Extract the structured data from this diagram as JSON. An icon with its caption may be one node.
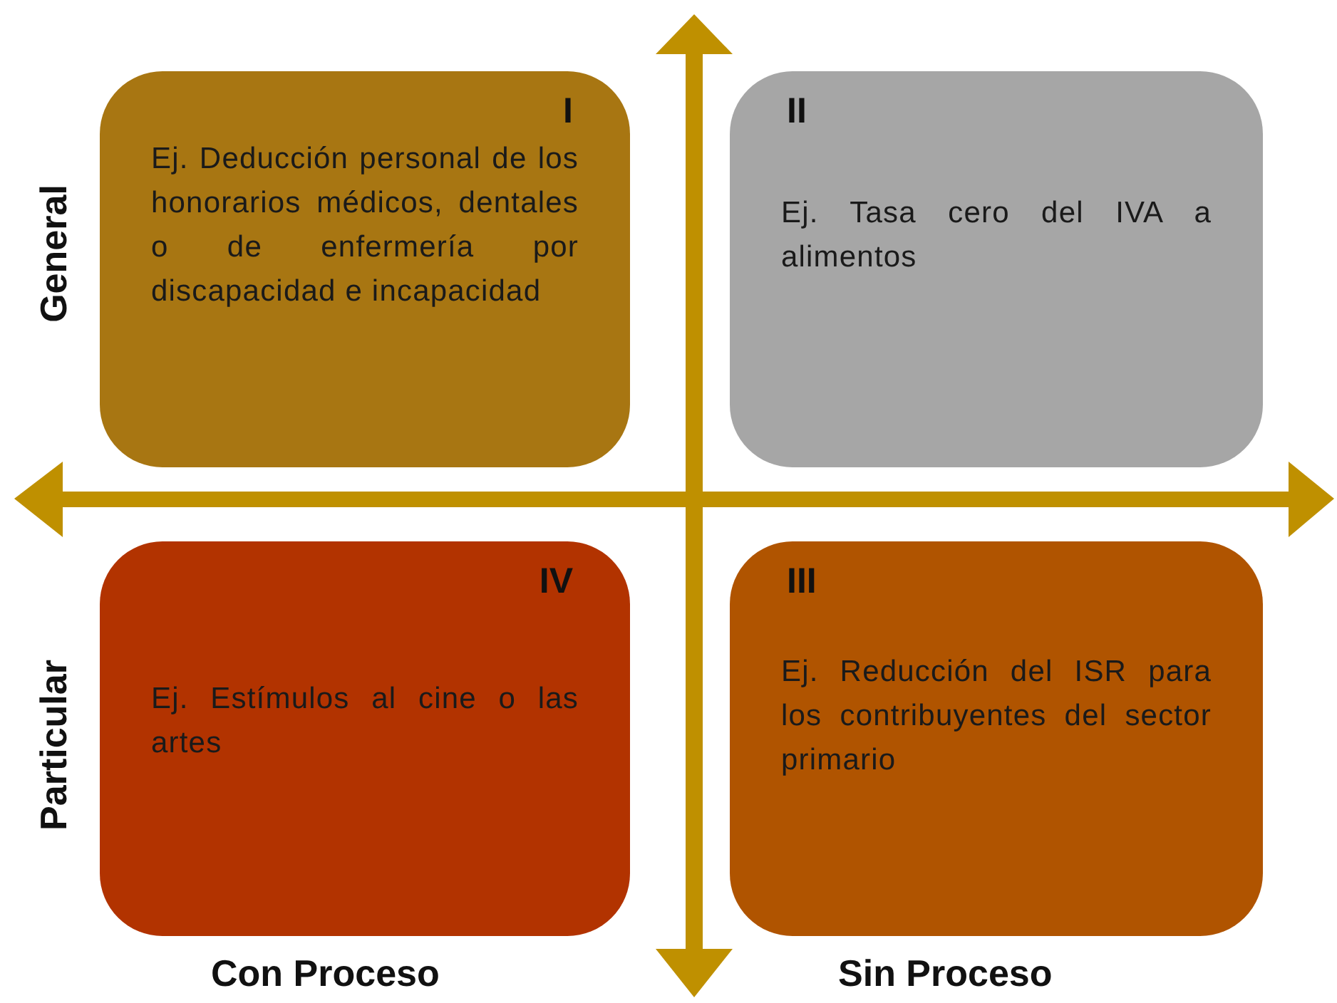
{
  "diagram": {
    "nodes": [
      {
        "text": [
          "I",
          "Ej. Deducción personal de los honorarios médicos, dentales o de enfermería por discapacidad e incapacidad"
        ]
      },
      {
        "text": [
          "II",
          "Ej. Tasa cero del IVA a alimentos"
        ]
      },
      {
        "text": [
          "IV",
          "Ej. Estímulos al cine o las artes"
        ]
      },
      {
        "text": [
          "III",
          "Ej. Reducción del ISR para los contribuyentes del sector primario"
        ]
      }
    ],
    "labels": [
      "General",
      "Particular",
      "Con Proceso",
      "Sin Proceso"
    ]
  }
}
